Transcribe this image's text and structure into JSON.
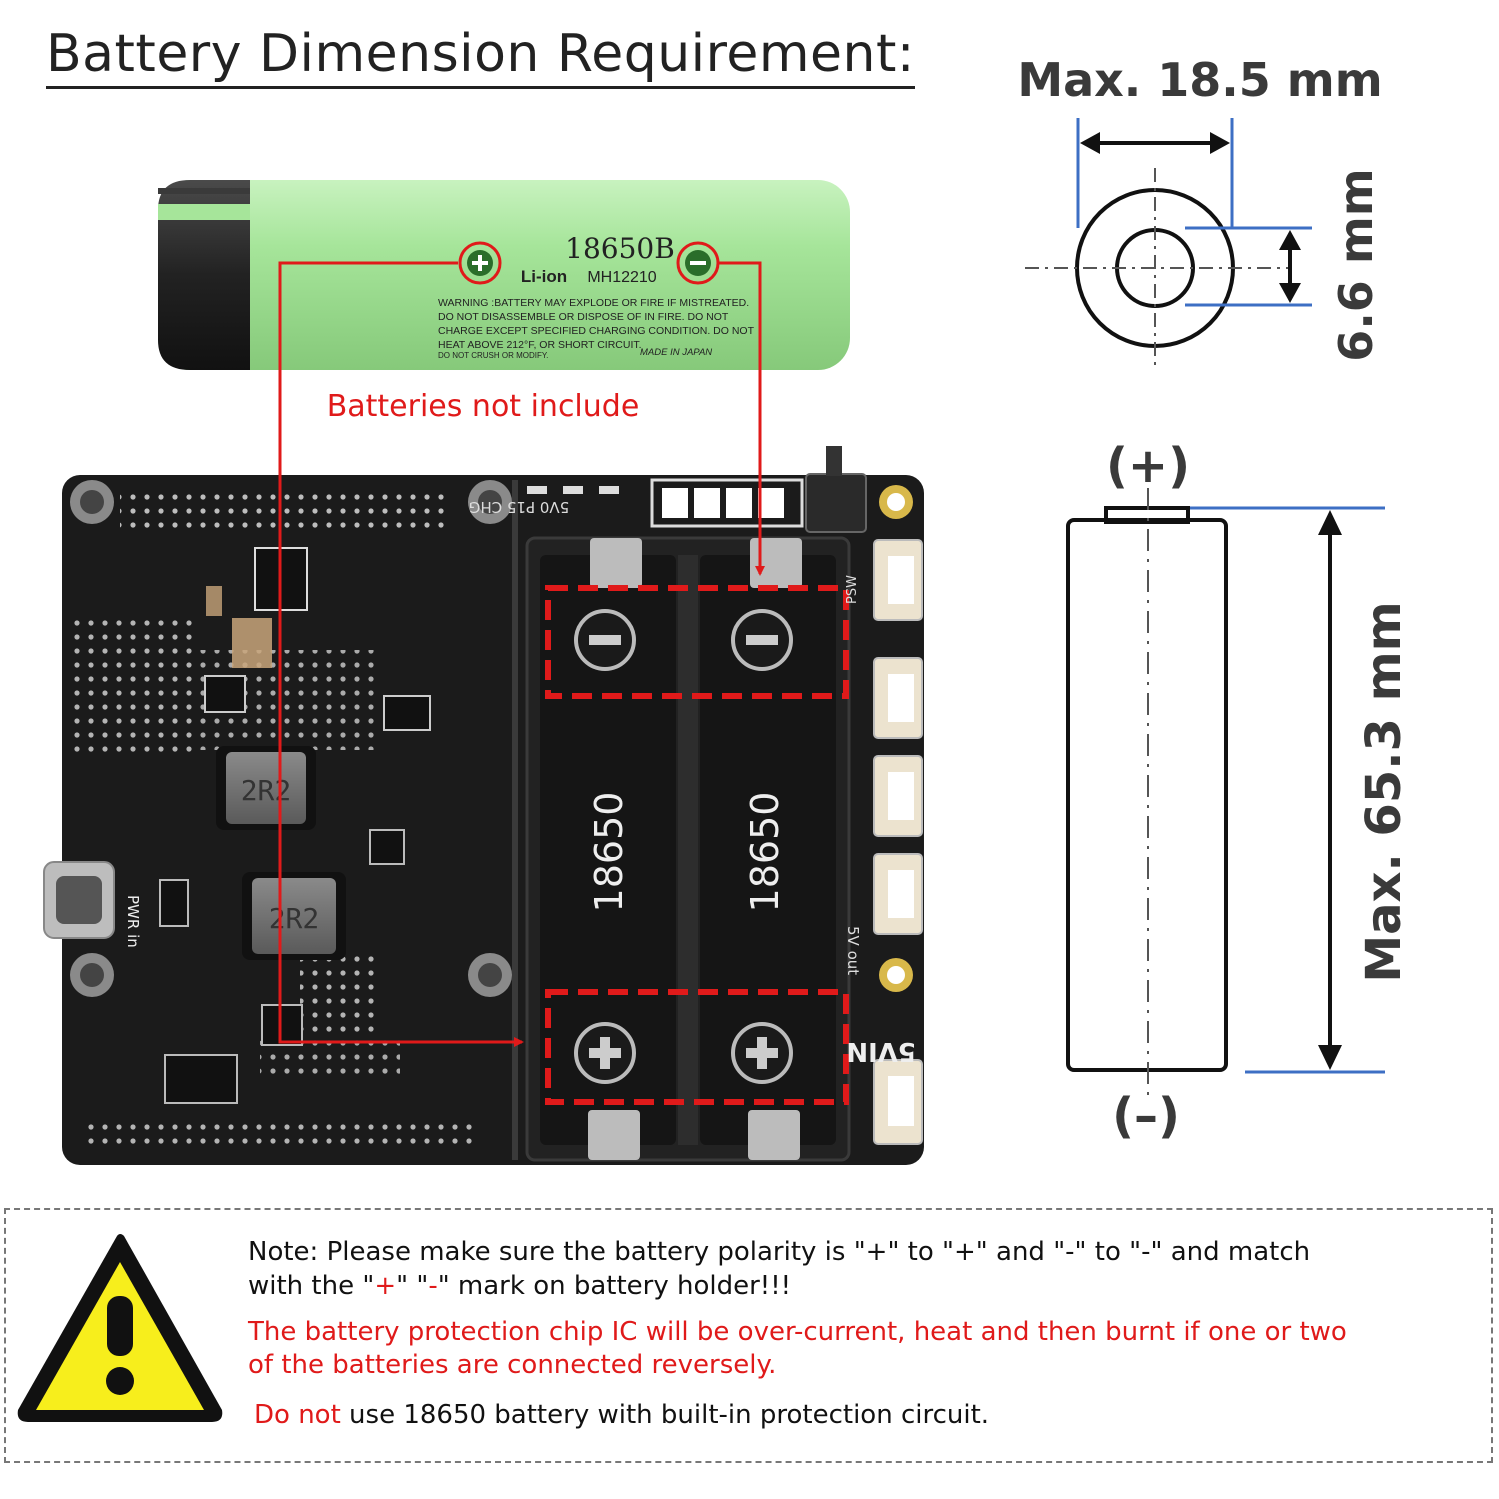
{
  "title": "Battery Dimension Requirement:",
  "battery": {
    "model": "18650B",
    "chem": "Li-ion",
    "part": "MH12210",
    "warning_lines": [
      "WARNING :BATTERY MAY EXPLODE OR FIRE IF MISTREATED.",
      "DO NOT DISASSEMBLE OR DISPOSE OF IN FIRE. DO NOT",
      "CHARGE EXCEPT SPECIFIED CHARGING CONDITION. DO NOT",
      "HEAT ABOVE 212°F, OR SHORT CIRCUIT.",
      "DO NOT CRUSH OR MODIFY."
    ],
    "origin": "MADE IN JAPAN",
    "plus_symbol": "+",
    "minus_symbol": "−"
  },
  "callout": "Batteries not include",
  "dimensions": {
    "diameter": "Max. 18.5 mm",
    "terminal": "6.6 mm",
    "length": "Max. 65.3 mm",
    "positive": "(+)",
    "negative": "(–)"
  },
  "board": {
    "inductor1": "2R2",
    "inductor2": "2R2",
    "slot1": "18650",
    "slot2": "18650",
    "led_labels": "5V0  P15  CHG",
    "psw": "PSW",
    "pwr_in": "PWR in",
    "out": "5V out",
    "vin": "5VIN",
    "plus_symbol": "+",
    "minus_symbol": "−"
  },
  "note": {
    "line1_a": "Note: Please make sure the battery polarity is \"+\" to \"+\" and \"-\" to \"-\" and match",
    "line2_a": "with the \"",
    "line2_plus": "+",
    "line2_b": "\" \"",
    "line2_minus": "-",
    "line2_c": "\" mark on battery holder!!!",
    "warn1": "The battery protection chip IC will be over-current, heat and then burnt if one or two",
    "warn2": "of the batteries are connected reversely.",
    "line5_red": "Do not",
    "line5_rest": " use 18650 battery with built-in protection circuit."
  },
  "colors": {
    "battery_green": "#a6e59a",
    "battery_dark": "#2a2a2a",
    "board": "#1b1b1b",
    "callout_red": "#e01a1a",
    "dim_blue": "#3d6fc4",
    "warning_yellow": "#f7ee1c"
  }
}
